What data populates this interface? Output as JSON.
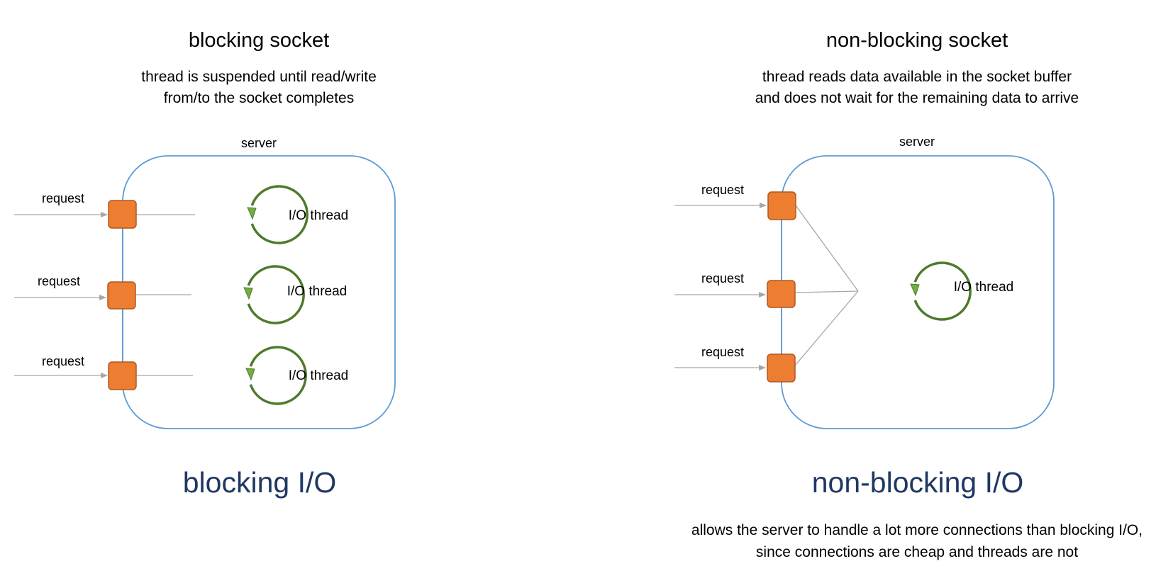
{
  "colors": {
    "server_border": "#5b9bd5",
    "socket_fill": "#ed7d31",
    "socket_border": "#ae5a21",
    "thread_ring": "#4e7a2c",
    "thread_arrow": "#70ad47",
    "request_arrow": "#a6a6a6",
    "connector": "#a6a6a6",
    "big_title": "#1f3864"
  },
  "blocking": {
    "title": "blocking socket",
    "subtitle_line1": "thread is suspended until read/write",
    "subtitle_line2": "from/to the socket completes",
    "server_label": "server",
    "request_labels": [
      "request",
      "request",
      "request"
    ],
    "thread_labels": [
      "I/O thread",
      "I/O thread",
      "I/O thread"
    ],
    "big_title": "blocking I/O"
  },
  "nonblocking": {
    "title": "non-blocking socket",
    "subtitle_line1": "thread reads data available in the socket buffer",
    "subtitle_line2": "and does not wait for the remaining data to arrive",
    "server_label": "server",
    "request_labels": [
      "request",
      "request",
      "request"
    ],
    "thread_label": "I/O thread",
    "big_title": "non-blocking I/O",
    "note_line1": "allows the server to handle a lot more connections than blocking I/O,",
    "note_line2": "since connections are cheap and threads are not"
  },
  "icons": [
    "socket-square-icon",
    "thread-loop-icon",
    "arrow-right-icon"
  ]
}
